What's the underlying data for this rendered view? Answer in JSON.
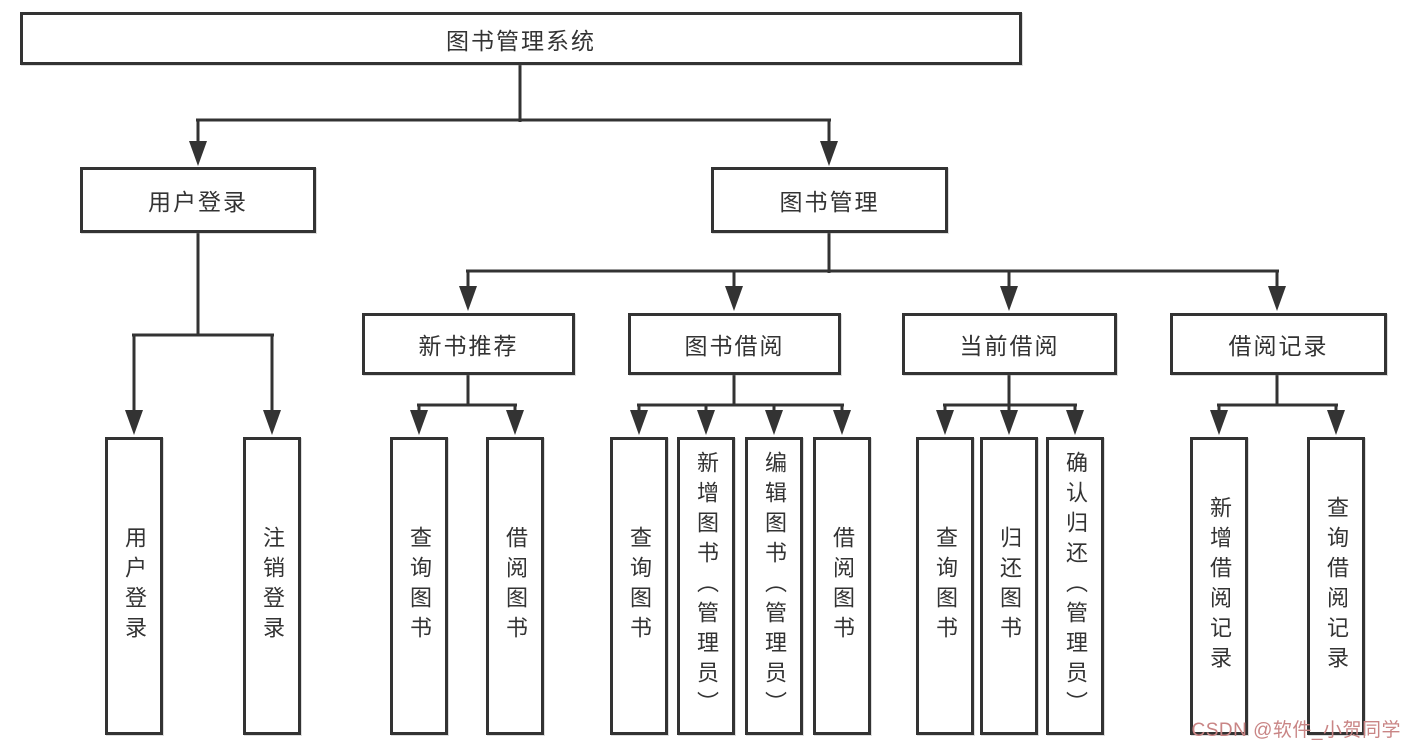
{
  "diagram": {
    "root": {
      "label": "图书管理系统"
    },
    "level2": [
      {
        "label": "用户登录"
      },
      {
        "label": "图书管理"
      }
    ],
    "level3": [
      {
        "label": "新书推荐"
      },
      {
        "label": "图书借阅"
      },
      {
        "label": "当前借阅"
      },
      {
        "label": "借阅记录"
      }
    ],
    "leaves": [
      {
        "label": "用户登录"
      },
      {
        "label": "注销登录"
      },
      {
        "label": "查询图书"
      },
      {
        "label": "借阅图书"
      },
      {
        "label": "查询图书"
      },
      {
        "label": "新增图书（管理员）"
      },
      {
        "label": "编辑图书（管理员）"
      },
      {
        "label": "借阅图书"
      },
      {
        "label": "查询图书"
      },
      {
        "label": "归还图书"
      },
      {
        "label": "确认归还（管理员）"
      },
      {
        "label": "新增借阅记录"
      },
      {
        "label": "查询借阅记录"
      }
    ]
  },
  "watermark": {
    "text": "CSDN @软件_小贺同学",
    "color": "#c98585"
  },
  "colors": {
    "line": "#333333",
    "border": "#333333",
    "text": "#333333",
    "background": "#ffffff"
  }
}
